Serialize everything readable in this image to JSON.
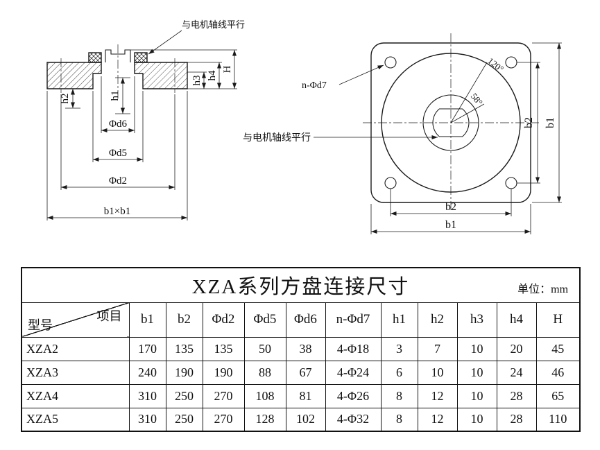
{
  "drawing": {
    "section": {
      "axis_label": "与电机轴线平行",
      "dim_h1": "h1",
      "dim_h2": "h2",
      "dim_h3": "h3",
      "dim_h4": "h4",
      "dim_H": "H",
      "dim_d6": "Φd6",
      "dim_d5": "Φd5",
      "dim_d2": "Φd2",
      "dim_b1xb1": "b1×b1"
    },
    "front": {
      "hole_label": "n-Φd7",
      "axis_label": "与电机轴线平行",
      "angle_outer": "120°",
      "angle_inner": "58°",
      "dim_b2_right": "b2",
      "dim_b1_right": "b1",
      "dim_b2_bottom": "b2",
      "dim_b1_bottom": "b1"
    }
  },
  "table": {
    "title": "XZA系列方盘连接尺寸",
    "unit": "单位：mm",
    "corner_top": "项目",
    "corner_bottom": "型号",
    "columns": [
      "b1",
      "b2",
      "Φd2",
      "Φd5",
      "Φd6",
      "n-Φd7",
      "h1",
      "h2",
      "h3",
      "h4",
      "H"
    ],
    "rows": [
      {
        "model": "XZA2",
        "values": [
          "170",
          "135",
          "135",
          "50",
          "38",
          "4-Φ18",
          "3",
          "7",
          "10",
          "20",
          "45"
        ]
      },
      {
        "model": "XZA3",
        "values": [
          "240",
          "190",
          "190",
          "88",
          "67",
          "4-Φ24",
          "6",
          "10",
          "10",
          "24",
          "46"
        ]
      },
      {
        "model": "XZA4",
        "values": [
          "310",
          "250",
          "270",
          "108",
          "81",
          "4-Φ26",
          "8",
          "12",
          "10",
          "28",
          "65"
        ]
      },
      {
        "model": "XZA5",
        "values": [
          "310",
          "250",
          "270",
          "128",
          "102",
          "4-Φ32",
          "8",
          "12",
          "10",
          "28",
          "110"
        ]
      }
    ]
  },
  "colors": {
    "ink": "#1a1a1a",
    "background": "#ffffff"
  }
}
